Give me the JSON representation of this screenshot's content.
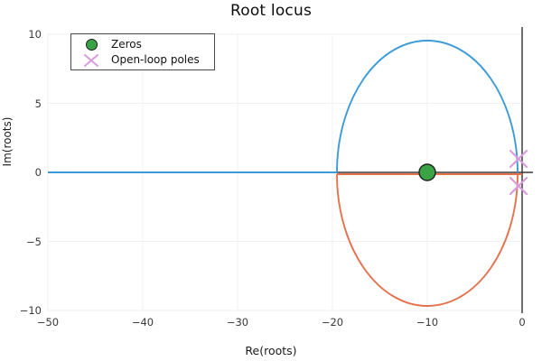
{
  "chart_data": {
    "type": "line",
    "title": "Root locus",
    "xlabel": "Re(roots)",
    "ylabel": "Im(roots)",
    "xlim": [
      -50,
      1.5
    ],
    "ylim": [
      -11,
      11
    ],
    "xticks": [
      -50,
      -40,
      -30,
      -20,
      -10,
      0
    ],
    "xtick_labels": [
      "−50",
      "−40",
      "−30",
      "−20",
      "−10",
      "0"
    ],
    "yticks": [
      -10,
      -5,
      0,
      5,
      10
    ],
    "ytick_labels": [
      "−10",
      "−5",
      "0",
      "5",
      "−10"
    ],
    "ytick_labels_fixed": [
      "10",
      "5",
      "0",
      "−5",
      "−10"
    ],
    "grid": true,
    "legend_position": "top-left",
    "legend": [
      {
        "label": "Zeros",
        "marker": "circle",
        "color": "#3aa346"
      },
      {
        "label": "Open-loop poles",
        "marker": "x",
        "color": "#d89bdd"
      }
    ],
    "series": [
      {
        "name": "branch-1",
        "color": "#3c9bd6",
        "description": "Real-axis segment from -50 to -19.5 joined to upper circular arc returning to pole near origin",
        "real_axis_segment": [
          -50,
          -19.5
        ],
        "arc": {
          "center_re": -10.0,
          "center_im": 0.0,
          "radius": 9.55,
          "half": "upper"
        }
      },
      {
        "name": "branch-2",
        "color": "#e3724d",
        "description": "Real-axis segment from -19.5 to 0 joined to lower circular arc returning to pole near origin",
        "real_axis_segment": [
          -19.5,
          -0.45
        ],
        "arc": {
          "center_re": -10.0,
          "center_im": 0.0,
          "radius": 9.55,
          "half": "lower"
        }
      }
    ],
    "markers": {
      "zeros": [
        {
          "re": -10.0,
          "im": 0.0
        }
      ],
      "open_loop_poles": [
        {
          "re": -0.45,
          "im": 0.62
        },
        {
          "re": -0.45,
          "im": -0.62
        }
      ]
    },
    "breakaway_point": {
      "re": -19.5,
      "im": 0.0
    },
    "arc_peak": {
      "re": -10.0,
      "im": 9.55
    },
    "arc_trough": {
      "re": -10.0,
      "im": -9.55
    },
    "axes_lines": {
      "vertical_at_re": 0,
      "horizontal_at_im": 0,
      "color": "#4a4a4a"
    },
    "colors": {
      "branch1": "#3c9bd6",
      "branch2": "#e3724d",
      "zero": "#3aa346",
      "pole": "#d89bdd",
      "grid": "#f1f1f1",
      "axis": "#4a4a4a",
      "text": "#1a1a1a",
      "background": "#ffffff"
    }
  }
}
